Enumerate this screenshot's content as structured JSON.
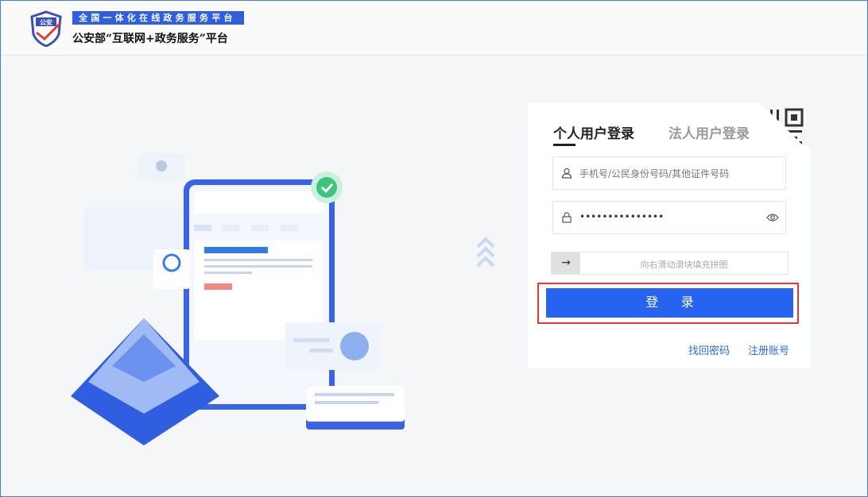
{
  "header": {
    "logo_text": "公安",
    "slogan": "全国一体化在线政务服务平台",
    "brand_title": "公安部“互联网+政务服务”平台"
  },
  "login": {
    "tabs": [
      {
        "label": "个人用户登录",
        "active": true
      },
      {
        "label": "法人用户登录",
        "active": false
      }
    ],
    "username_placeholder": "手机号/公民身份号码/其他证件号码",
    "password_value": "•••••••••••••••",
    "slider_hint": "向右滑动滑块填充拼图",
    "slider_handle": "→",
    "submit_label": "登 录",
    "forgot_password": "找回密码",
    "register": "注册账号"
  },
  "colors": {
    "accent": "#2563f0",
    "highlight": "#e53935",
    "link": "#2f6ae8"
  }
}
